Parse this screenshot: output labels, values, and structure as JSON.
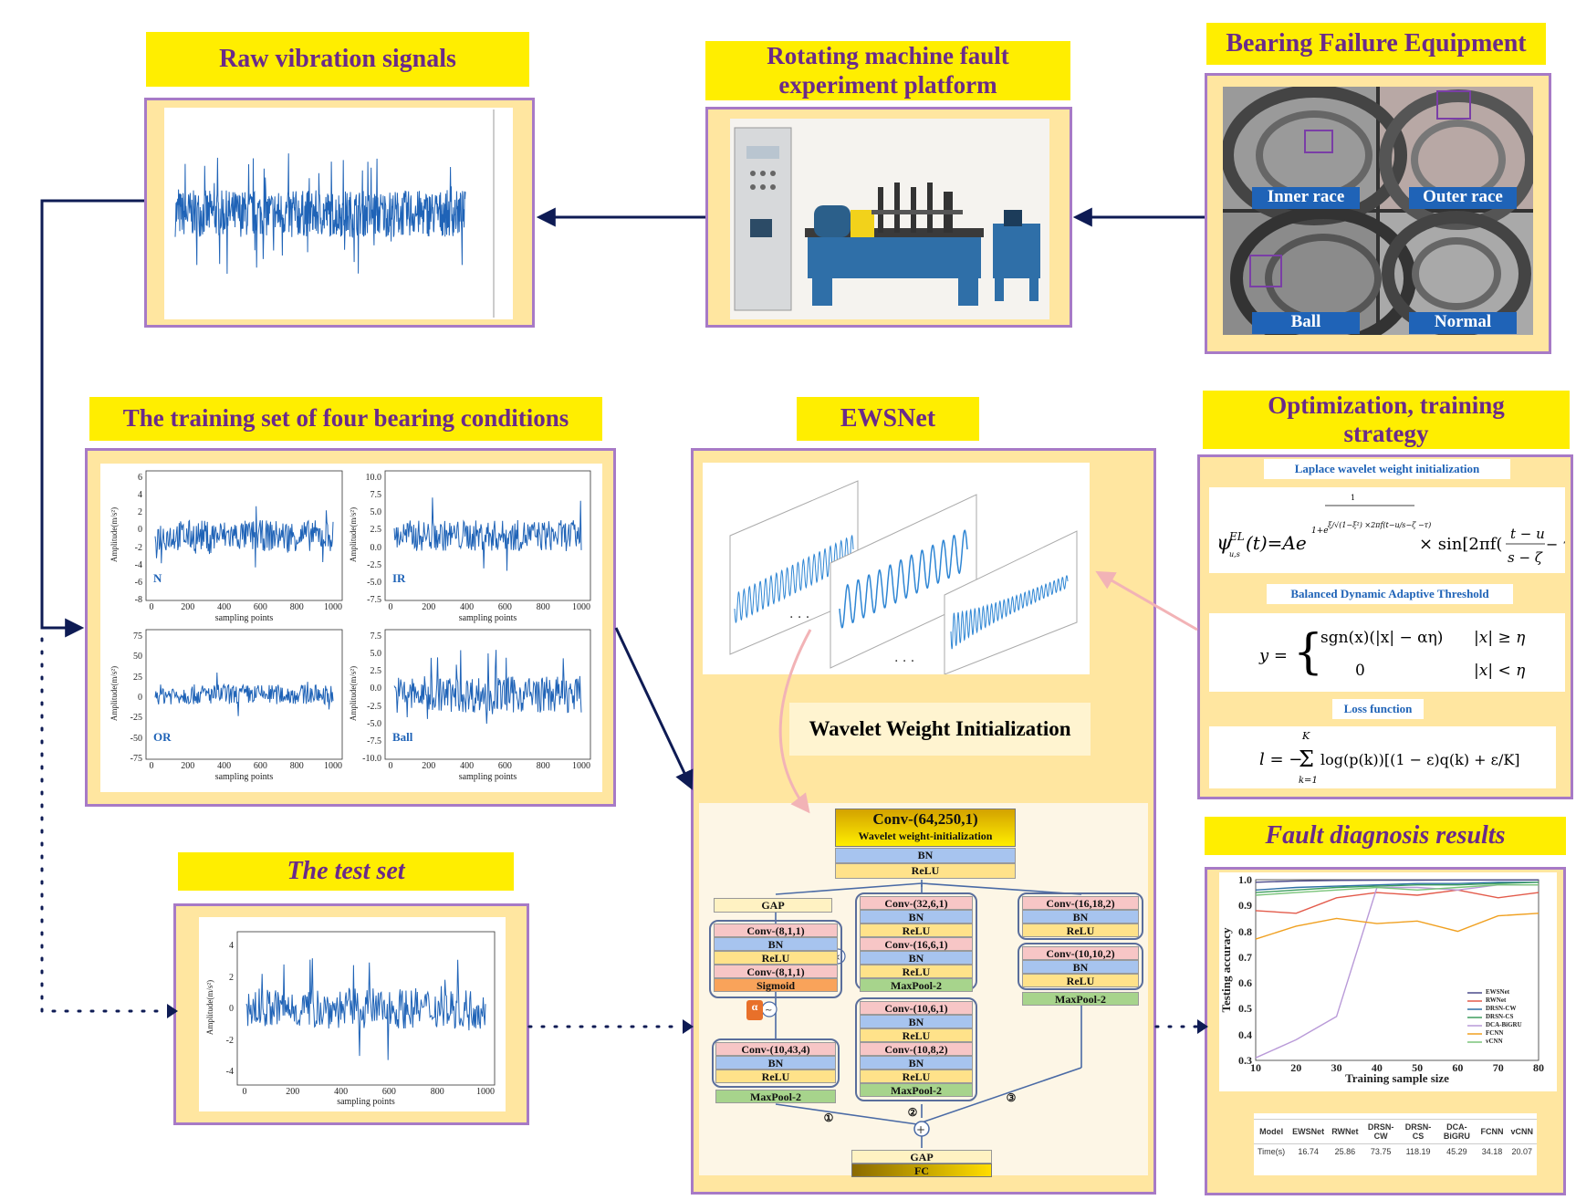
{
  "titles": {
    "raw": "Raw vibration signals",
    "platform_l1": "Rotating machine fault",
    "platform_l2": "experiment platform",
    "bearing": "Bearing Failure Equipment",
    "training": "The training set of four bearing conditions",
    "ewsnet": "EWSNet",
    "optim_l1": "Optimization, training",
    "optim_l2": "strategy",
    "test": "The test set",
    "results": "Fault diagnosis results"
  },
  "bearing_labels": [
    "Inner race",
    "Outer race",
    "Ball",
    "Normal"
  ],
  "training_panels": [
    {
      "label": "N",
      "yticks": [
        "6",
        "4",
        "2",
        "0",
        "-2",
        "-4",
        "-6",
        "-8"
      ],
      "ylabel": "Amplitude(m/s²)"
    },
    {
      "label": "IR",
      "yticks": [
        "10.0",
        "7.5",
        "5.0",
        "2.5",
        "0.0",
        "-2.5",
        "-5.0",
        "-7.5"
      ],
      "ylabel": "Amplitude(m/s²)"
    },
    {
      "label": "OR",
      "yticks": [
        "75",
        "50",
        "25",
        "0",
        "-25",
        "-50",
        "-75"
      ],
      "ylabel": "Amplitude(m/s²)"
    },
    {
      "label": "Ball",
      "yticks": [
        "7.5",
        "5.0",
        "2.5",
        "0.0",
        "-2.5",
        "-5.0",
        "-7.5",
        "-10.0"
      ],
      "ylabel": "Amplitude(m/s²)"
    }
  ],
  "xticks": [
    "0",
    "200",
    "400",
    "600",
    "800",
    "1000"
  ],
  "xlabel": "sampling points",
  "test_plot": {
    "yticks": [
      "4",
      "2",
      "0",
      "-2",
      "-4"
    ],
    "ylabel": "Amplitude(m/s²)"
  },
  "wavelet_init": "Wavelet Weight Initialization",
  "optim": {
    "laplace": "Laplace wavelet weight initialization",
    "threshold": "Balanced Dynamic Adaptive Threshold",
    "loss": "Loss function"
  },
  "network": {
    "top_conv": "Conv-(64,250,1)",
    "top_sub": "Wavelet weight-initialization",
    "bn": "BN",
    "relu": "ReLU",
    "gap": "GAP",
    "fc": "FC",
    "sigmoid": "Sigmoid",
    "maxpool": "MaxPool-2",
    "conv_a1": "Conv-(8,1,1)",
    "conv_a2": "Conv-(8,1,1)",
    "conv_a3": "Conv-(10,43,4)",
    "conv_b1": "Conv-(32,6,1)",
    "conv_b2": "Conv-(16,6,1)",
    "conv_b3": "Conv-(10,6,1)",
    "conv_b4": "Conv-(10,8,2)",
    "conv_c1": "Conv-(16,18,2)",
    "conv_c2": "Conv-(10,10,2)",
    "alpha": "α",
    "n1": "①",
    "n2": "②",
    "n3": "③"
  },
  "chart_data": {
    "type": "line",
    "ylabel": "Testing accuracy",
    "xlabel": "Training sample size",
    "x": [
      10,
      20,
      30,
      40,
      50,
      60,
      70,
      80
    ],
    "ylim": [
      0.3,
      1.0
    ],
    "yticks": [
      "1.0",
      "0.9",
      "0.8",
      "0.7",
      "0.6",
      "0.5",
      "0.4",
      "0.3"
    ],
    "legend_position": "bottom-right",
    "series": [
      {
        "name": "EWSNet",
        "values": [
          0.99,
          0.995,
          0.997,
          0.998,
          0.998,
          0.999,
          0.999,
          0.999
        ],
        "color": "#4a4a8a"
      },
      {
        "name": "RWNet",
        "values": [
          0.88,
          0.87,
          0.93,
          0.95,
          0.94,
          0.96,
          0.93,
          0.95
        ],
        "color": "#e35b4b"
      },
      {
        "name": "DRSN-CW",
        "values": [
          0.96,
          0.97,
          0.975,
          0.98,
          0.985,
          0.985,
          0.99,
          0.99
        ],
        "color": "#2e6fa5"
      },
      {
        "name": "DRSN-CS",
        "values": [
          0.95,
          0.96,
          0.97,
          0.975,
          0.98,
          0.98,
          0.985,
          0.99
        ],
        "color": "#3d9e5e"
      },
      {
        "name": "DCA-BiGRU",
        "values": [
          0.31,
          0.38,
          0.47,
          0.97,
          0.97,
          0.96,
          0.98,
          0.98
        ],
        "color": "#b99ad8"
      },
      {
        "name": "FCNN",
        "values": [
          0.77,
          0.82,
          0.85,
          0.83,
          0.84,
          0.8,
          0.86,
          0.87
        ],
        "color": "#f0a020"
      },
      {
        "name": "vCNN",
        "values": [
          0.94,
          0.95,
          0.96,
          0.97,
          0.96,
          0.97,
          0.98,
          0.98
        ],
        "color": "#7ac47a"
      }
    ]
  },
  "time_table": {
    "header": [
      "Model",
      "EWSNet",
      "RWNet",
      "DRSN-CW",
      "DRSN-CS",
      "DCA-BiGRU",
      "FCNN",
      "vCNN"
    ],
    "row": [
      "Time(s)",
      "16.74",
      "25.86",
      "73.75",
      "118.19",
      "45.29",
      "34.18",
      "20.07"
    ]
  }
}
